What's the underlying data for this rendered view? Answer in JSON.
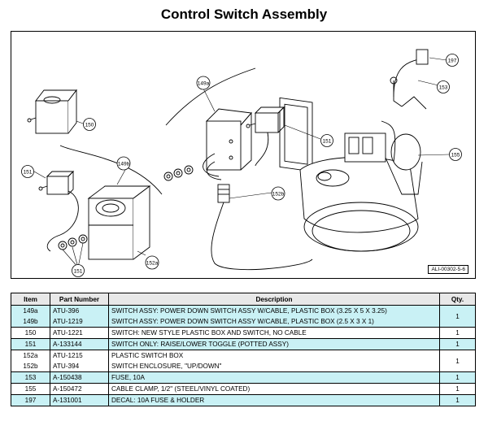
{
  "title": "Control Switch Assembly",
  "drawing": {
    "doc_number": "ALI-00302-5-6",
    "callouts": {
      "c149a": "149a",
      "c149b": "149b",
      "c150": "150",
      "c151a": "151",
      "c151b": "151",
      "c151c": "151",
      "c152a": "152a",
      "c152b": "152b",
      "c153": "153",
      "c155": "155",
      "c197": "197"
    }
  },
  "table": {
    "headers": {
      "item": "Item",
      "part": "Part Number",
      "desc": "Description",
      "qty": "Qty."
    },
    "rows": [
      {
        "item": "149a",
        "part": "ATU-396",
        "desc": "SWITCH ASSY: POWER DOWN SWITCH ASSY W/CABLE, PLASTIC BOX (3.25 X 5 X 3.25)",
        "qty": "1"
      },
      {
        "item": "149b",
        "part": "ATU-1219",
        "desc": "SWITCH ASSY: POWER DOWN SWITCH ASSY W/CABLE, PLASTIC BOX (2.5 X 3 X 1)",
        "qty": ""
      },
      {
        "item": "150",
        "part": "ATU-1221",
        "desc": "SWITCH: NEW STYLE PLASTIC BOX AND SWITCH, NO CABLE",
        "qty": "1"
      },
      {
        "item": "151",
        "part": "A-133144",
        "desc": "SWITCH ONLY: RAISE/LOWER TOGGLE (POTTED ASSY)",
        "qty": "1"
      },
      {
        "item": "152a",
        "part": "ATU-1215",
        "desc": "PLASTIC SWITCH BOX",
        "qty": "1"
      },
      {
        "item": "152b",
        "part": "ATU-394",
        "desc": "SWITCH ENCLOSURE, \"UP/DOWN\"",
        "qty": ""
      },
      {
        "item": "153",
        "part": "A-150438",
        "desc": "FUSE, 10A",
        "qty": "1"
      },
      {
        "item": "155",
        "part": "A-150472",
        "desc": "CABLE CLAMP, 1/2\" (STEEL/VINYL COATED)",
        "qty": "1"
      },
      {
        "item": "197",
        "part": "A-131001",
        "desc": "DECAL: 10A FUSE & HOLDER",
        "qty": "1"
      }
    ]
  },
  "colors": {
    "highlight": "#c9f1f5",
    "header_bg": "#e8e8e8",
    "line": "#000000"
  }
}
